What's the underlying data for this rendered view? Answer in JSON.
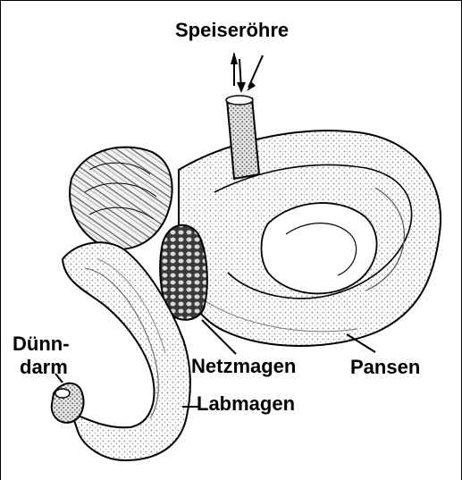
{
  "labels": {
    "speiseroehre": "Speiseröhre",
    "duenndarm_line1": "Dünn-",
    "duenndarm_line2": "darm",
    "netzmagen": "Netzmagen",
    "pansen": "Pansen",
    "labmagen": "Labmagen"
  },
  "colors": {
    "ink": "#000000",
    "paper": "#ffffff",
    "shade": "#bdbdbd"
  }
}
